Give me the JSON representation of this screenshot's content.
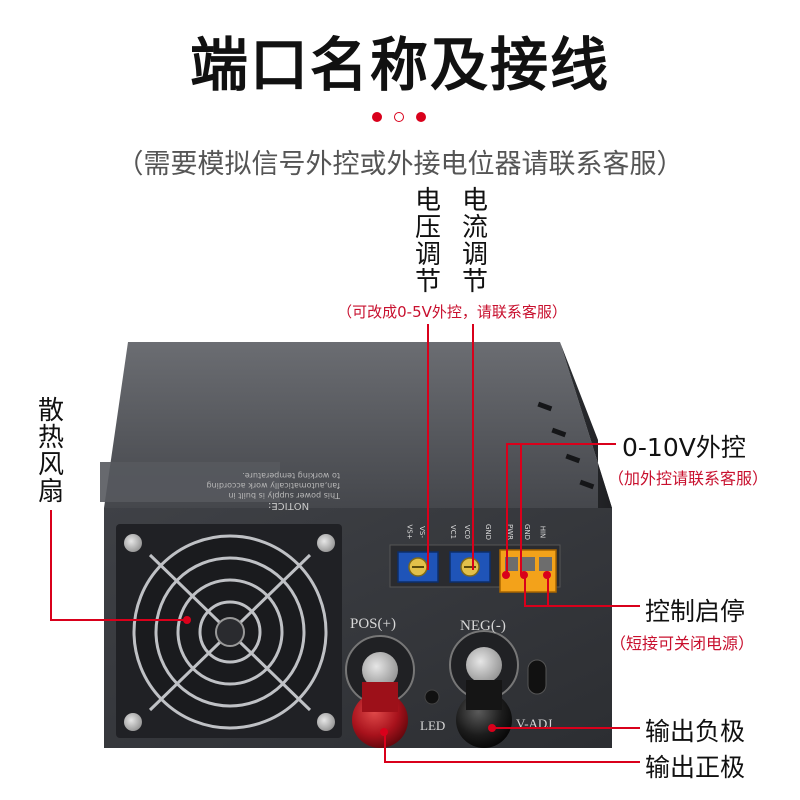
{
  "title": "端口名称及接线",
  "subtitle": "（需要模拟信号外控或外接电位器请联系客服）",
  "colors": {
    "accent": "#d9001b",
    "dot_outline": "#d9001b"
  },
  "labels": {
    "voltage_adjust": [
      "电",
      "压",
      "调",
      "节"
    ],
    "current_adjust": [
      "电",
      "流",
      "调",
      "节"
    ],
    "adjust_note": "（可改成0-5V外控，请联系客服）",
    "fan": [
      "散",
      "热",
      "风",
      "扇"
    ],
    "external_control": "0-10V外控",
    "external_control_note": "（加外控请联系客服）",
    "start_stop": "控制启停",
    "start_stop_note": "（短接可关闭电源）",
    "negative_output": "输出负极",
    "positive_output": "输出正极"
  },
  "device": {
    "notice_title": "NOTICE:",
    "notice_lines": [
      "This power supply is built in",
      "fan,automatically work according",
      "to working temperature."
    ],
    "terminal_labels": [
      "VS+",
      "VS-",
      "VC1",
      "VC0",
      "GND",
      "PWR",
      "GND",
      "HIN"
    ],
    "pos_label": "POS(+)",
    "neg_label": "NEG(-)",
    "led_label": "LED",
    "vadj_label": "V-ADJ"
  }
}
